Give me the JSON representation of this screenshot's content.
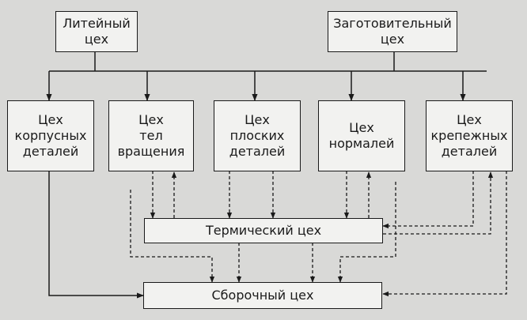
{
  "diagram": {
    "colors": {
      "line": "#1a1a1a",
      "box_fill": "#f2f2f0",
      "background": "#d9d9d7"
    },
    "nodes": {
      "foundry": "Литейный\nцех",
      "blank": "Заготовительный\nцех",
      "housing": "Цех\nкорпусных\nдеталей",
      "rotation": "Цех\nтел\nвращения",
      "flat": "Цех\nплоских\nдеталей",
      "normals": "Цех\nнормалей",
      "fasteners": "Цех\nкрепежных\nдеталей",
      "thermal": "Термический цех",
      "assembly": "Сборочный цех"
    }
  }
}
